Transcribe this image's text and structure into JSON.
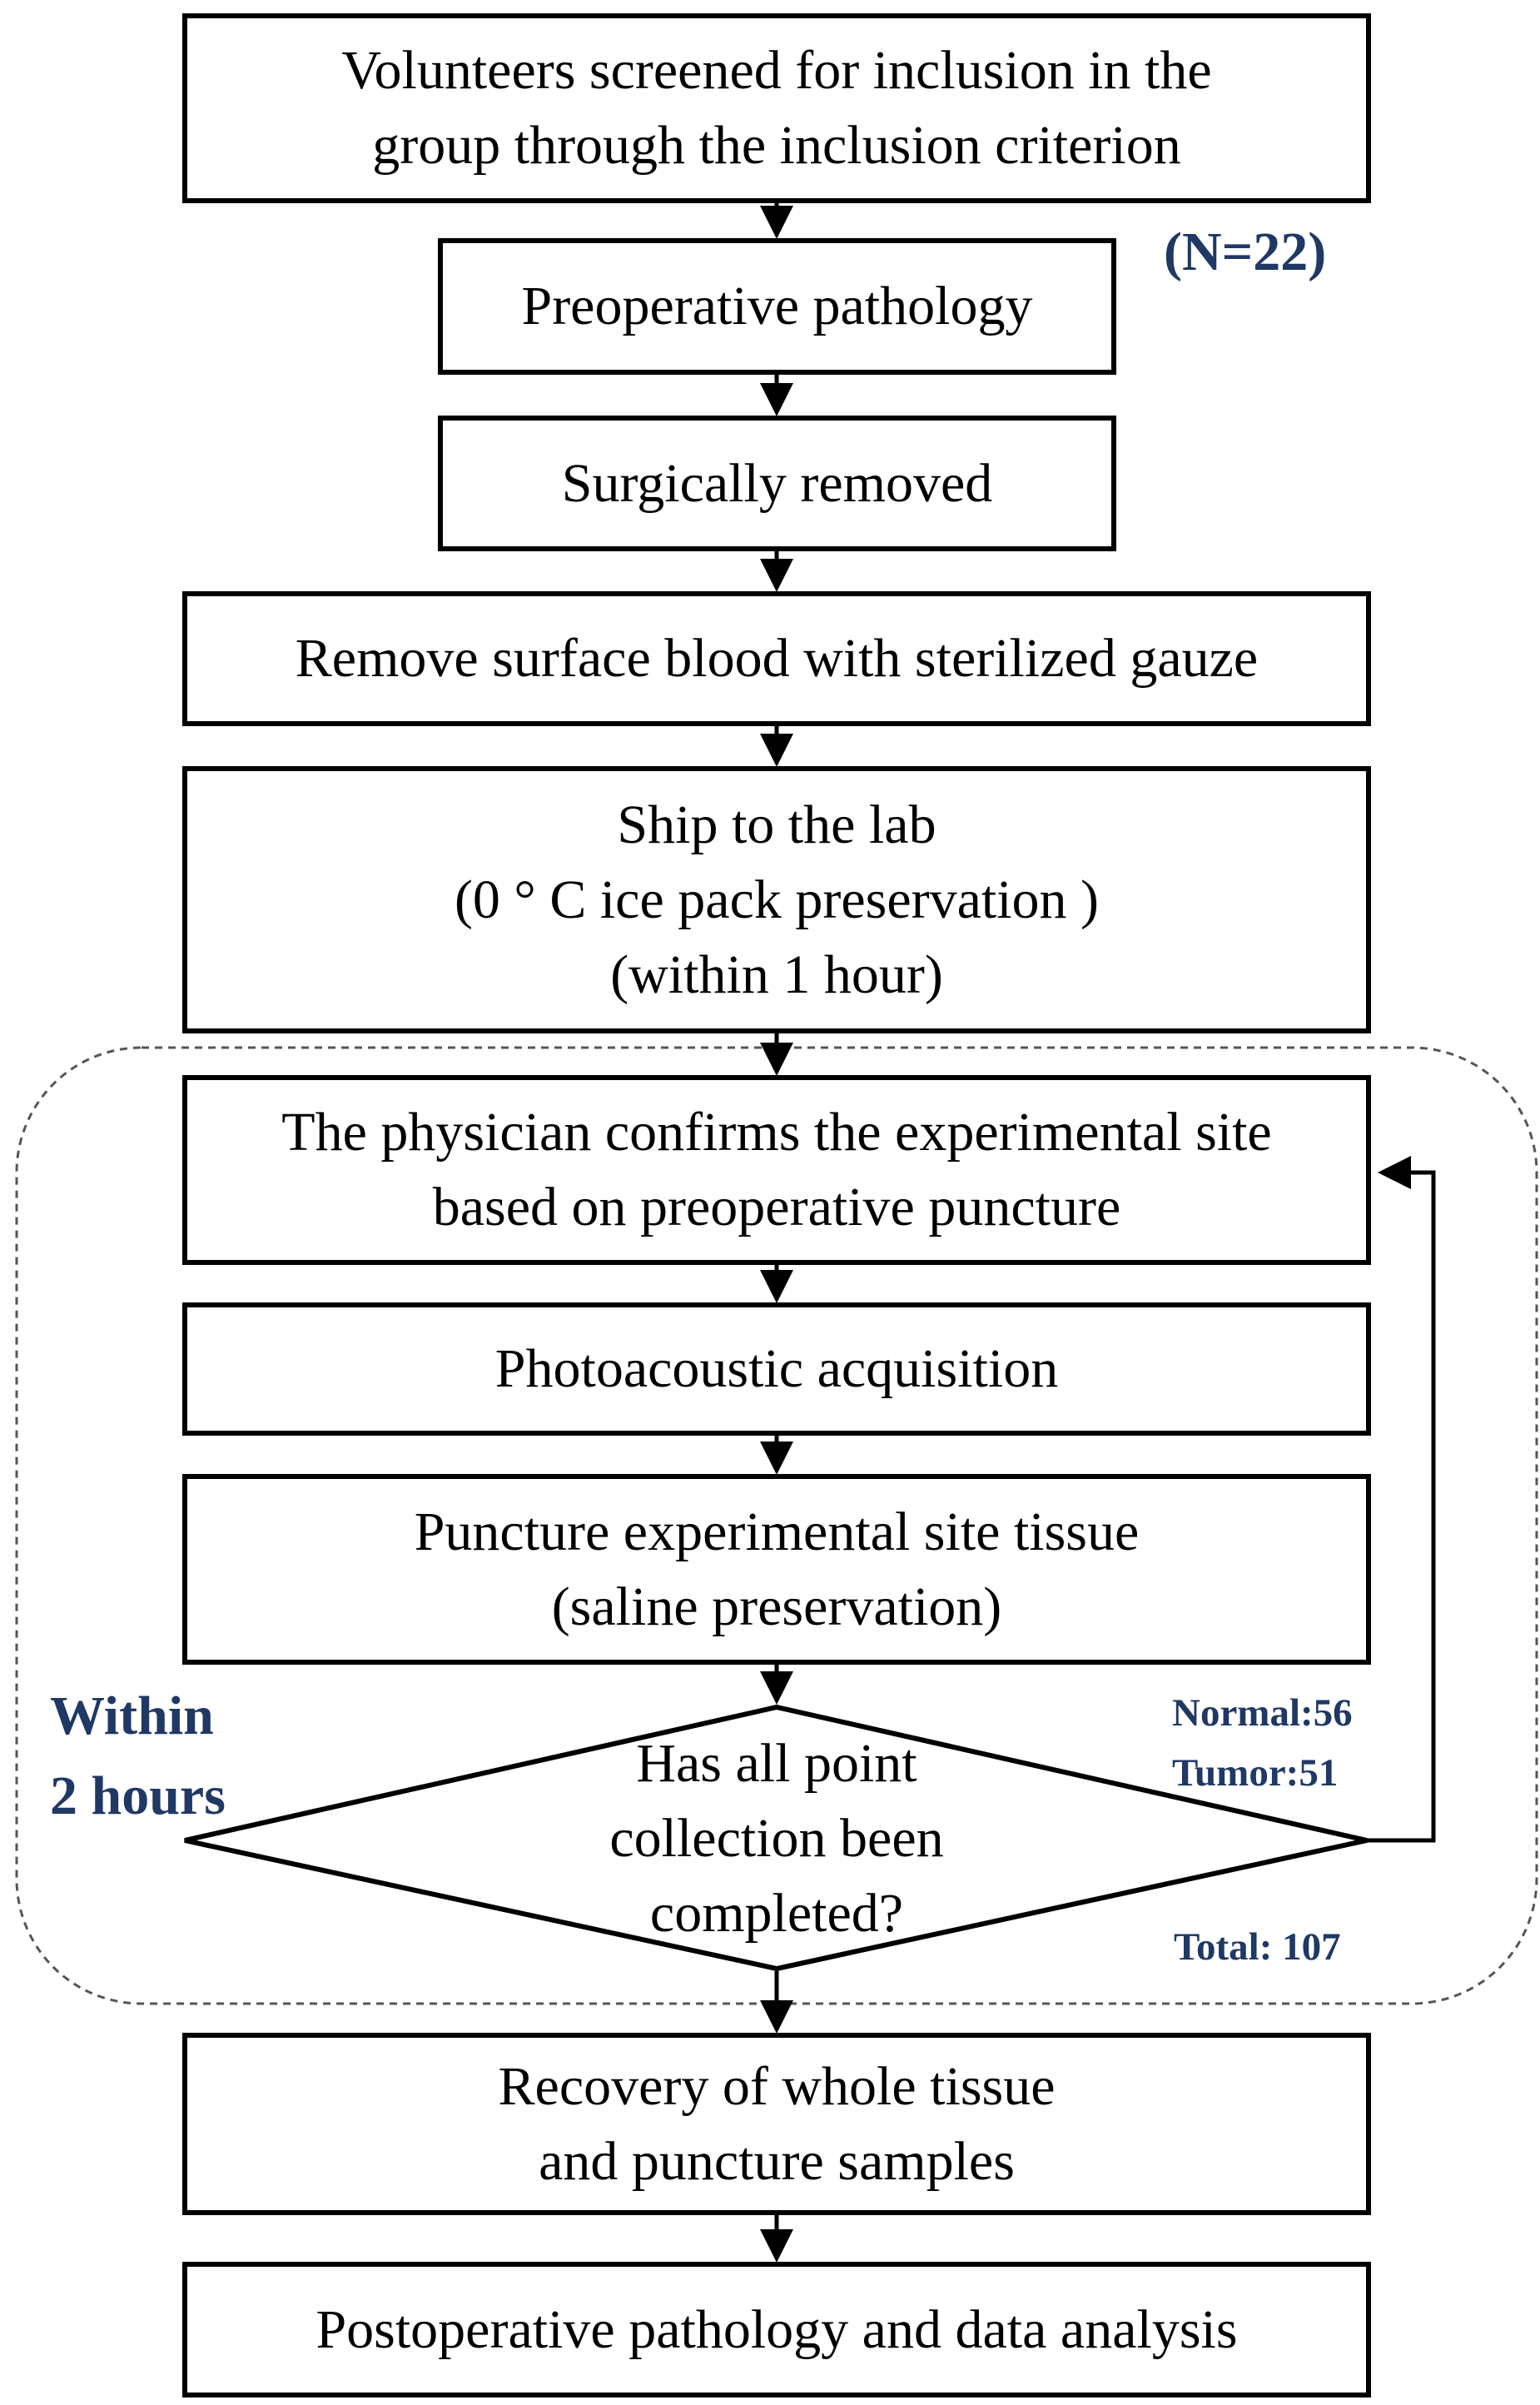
{
  "steps": {
    "screening": "Volunteers screened for inclusion in the\ngroup through the inclusion criterion",
    "preoperative_pathology": "Preoperative pathology",
    "surgical_removal": "Surgically removed",
    "remove_blood": "Remove surface blood with sterilized gauze",
    "ship_to_lab": "Ship to the lab\n(0 ° C ice pack preservation )\n(within 1 hour)",
    "physician_confirms": "The physician confirms the experimental site\nbased on preoperative puncture",
    "photoacoustic": "Photoacoustic acquisition",
    "puncture": "Puncture experimental site tissue\n(saline preservation)",
    "decision": "Has all point\ncollection been\ncompleted?",
    "recovery": "Recovery of whole tissue\nand puncture samples",
    "postoperative": "Postoperative pathology and data analysis"
  },
  "annotations": {
    "sample_size": "(N=22)",
    "time_window": "Within\n2 hours",
    "normal_count": "Normal:56",
    "tumor_count": "Tumor:51",
    "total_count": "Total: 107"
  },
  "colors": {
    "line": "#000000",
    "annotation": "#1f3864",
    "dashed_border": "#555555"
  }
}
